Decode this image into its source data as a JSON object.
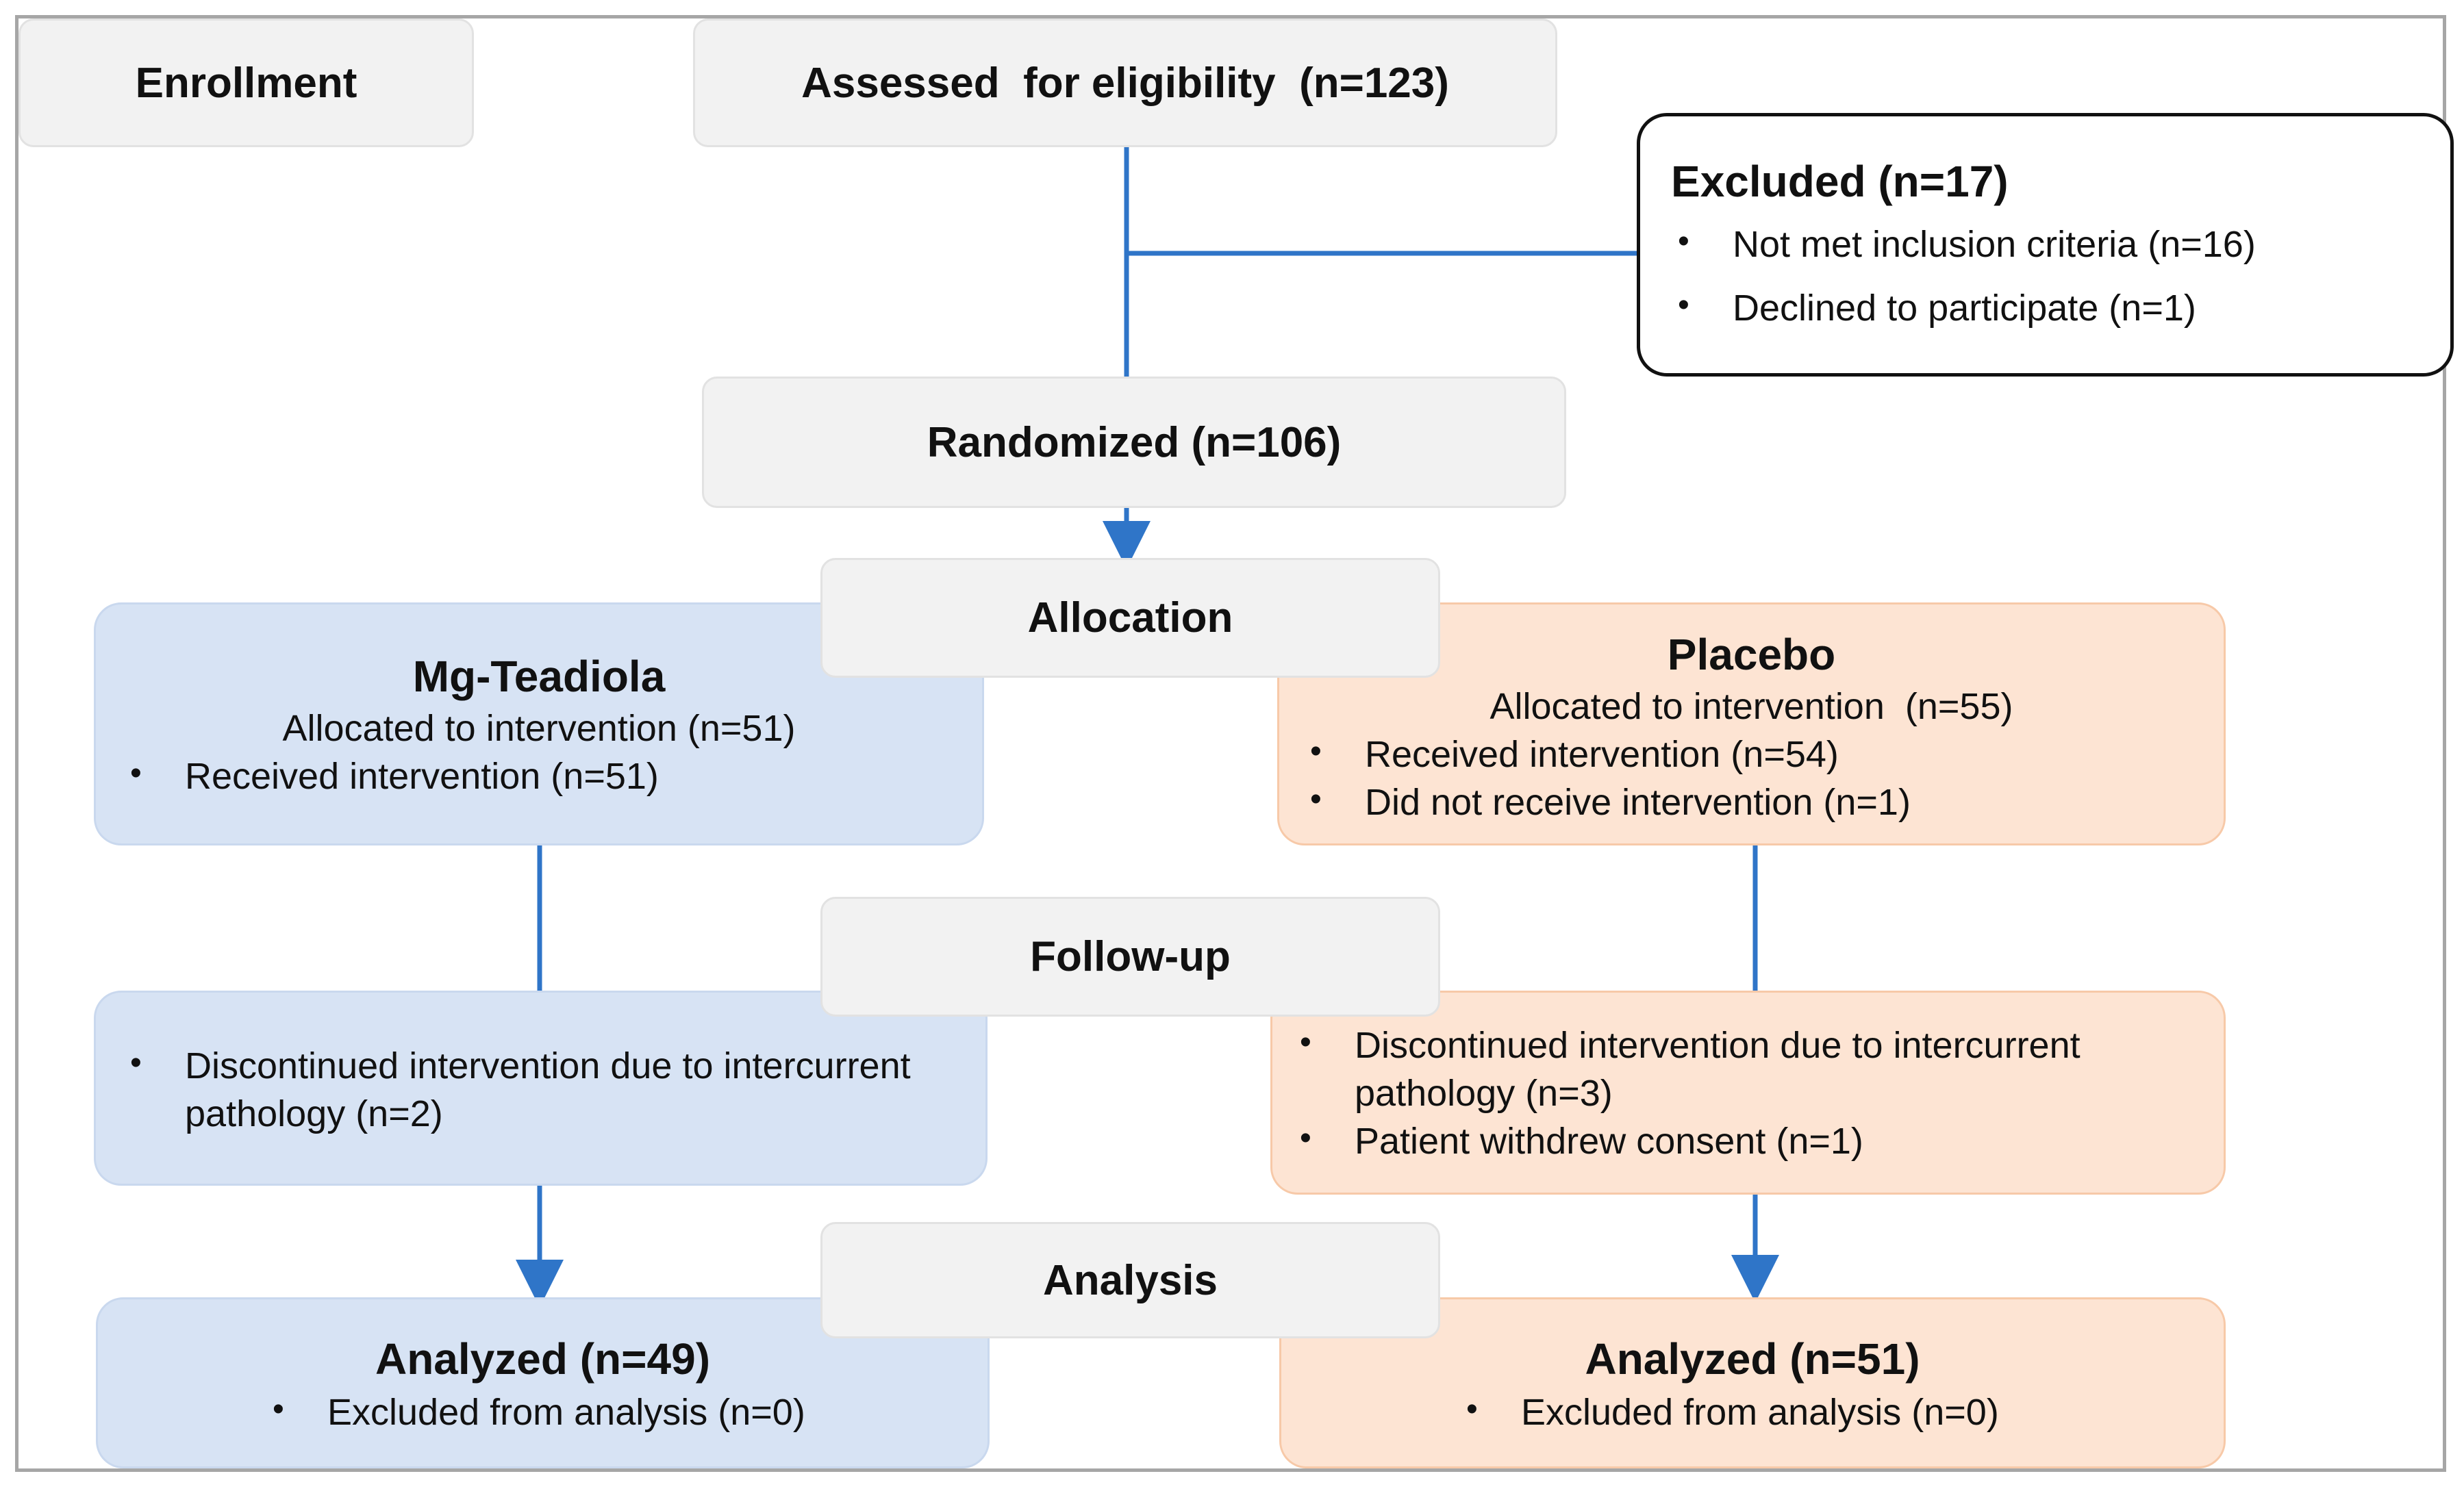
{
  "stages": {
    "enrollment": "Enrollment",
    "allocation": "Allocation",
    "followup": "Follow-up",
    "analysis": "Analysis"
  },
  "assessed": "Assessed  for eligibility  (n=123)",
  "excluded": {
    "title": "Excluded (n=17)",
    "items": [
      "Not met inclusion criteria (n=16)",
      "Declined to participate (n=1)"
    ]
  },
  "randomized": "Randomized (n=106)",
  "arm_a": {
    "name": "Mg-Teadiola",
    "allocated": "Allocated to intervention (n=51)",
    "allocation_items": [
      "Received intervention (n=51)"
    ],
    "followup_items": [
      "Discontinued intervention due to intercurrent pathology (n=2)"
    ],
    "analyzed": "Analyzed (n=49)",
    "analysis_items": [
      "Excluded from analysis (n=0)"
    ]
  },
  "arm_b": {
    "name": "Placebo",
    "allocated": "Allocated to intervention  (n=55)",
    "allocation_items": [
      "Received intervention (n=54)",
      "Did not receive intervention (n=1)"
    ],
    "followup_items": [
      "Discontinued intervention due to intercurrent pathology (n=3)",
      "Patient withdrew consent (n=1)"
    ],
    "analyzed": "Analyzed (n=51)",
    "analysis_items": [
      "Excluded from analysis (n=0)"
    ]
  },
  "colors": {
    "connector": "#2f75c8",
    "arm_a_fill": "#d7e3f4",
    "arm_b_fill": "#fde4d3",
    "stage_fill": "#f2f2f2"
  }
}
